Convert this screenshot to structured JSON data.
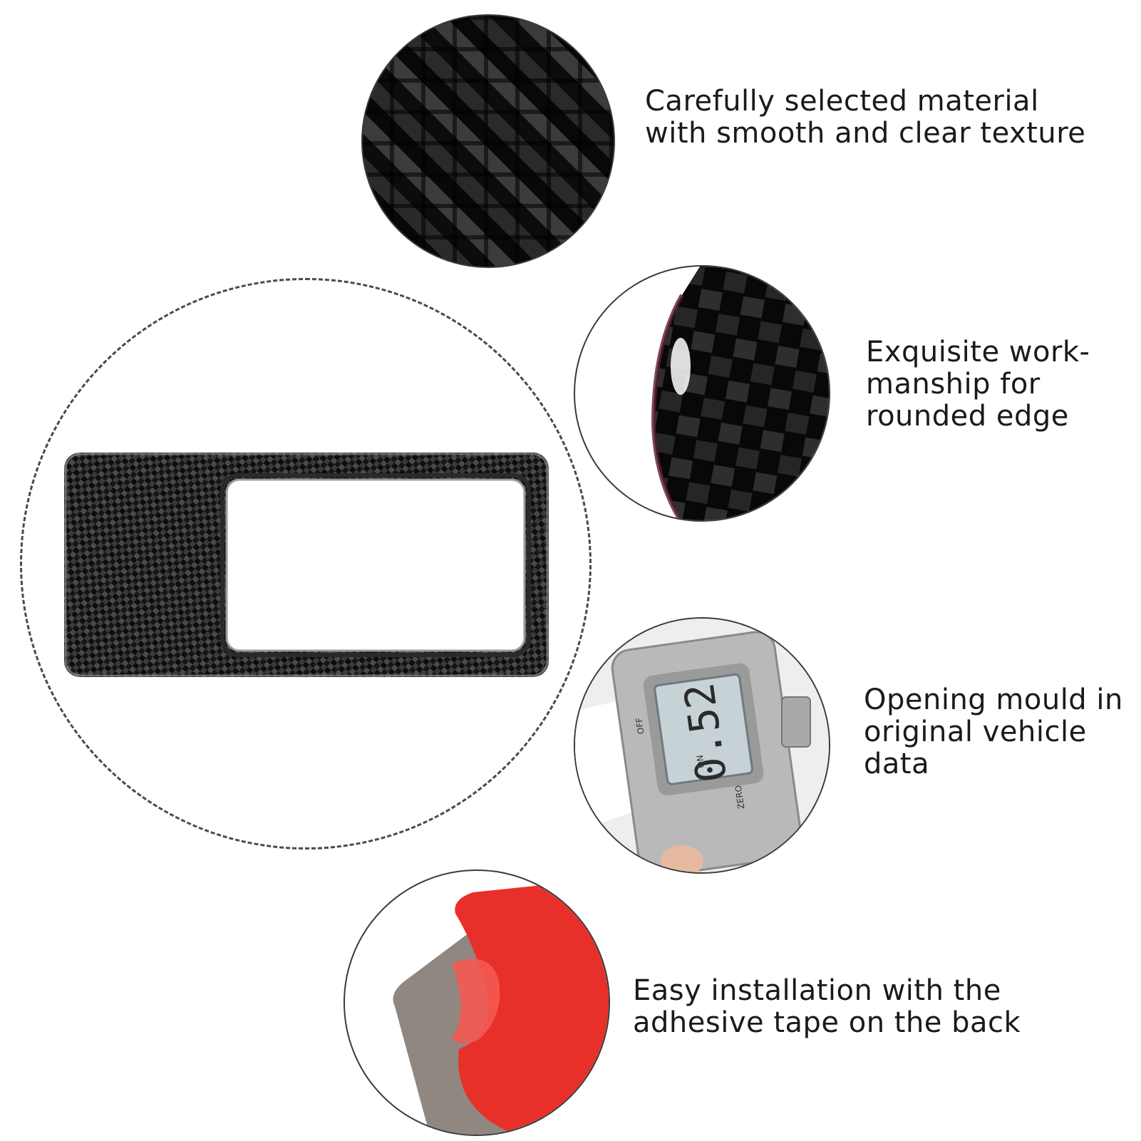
{
  "features": [
    {
      "id": "material",
      "lines": [
        "Carefully selected material",
        "with smooth and clear texture"
      ],
      "icon": "carbon-weave-closeup"
    },
    {
      "id": "edge",
      "lines": [
        "Exquisite work-",
        "manship for",
        "rounded edge"
      ],
      "icon": "rounded-edge-closeup"
    },
    {
      "id": "mould",
      "lines": [
        "Opening mould in",
        "original vehicle",
        "data"
      ],
      "icon": "digital-caliper",
      "caliper_reading": "0.52",
      "caliper_labels": [
        "OFF",
        "ON",
        "ZERO"
      ]
    },
    {
      "id": "tape",
      "lines": [
        "Easy installation with the",
        "adhesive tape on the back"
      ],
      "icon": "adhesive-tape-peel"
    }
  ],
  "product": {
    "icon": "carbon-fiber-frame-trim"
  },
  "colors": {
    "text": "#1a1a1a",
    "tape_red": "#e8302a",
    "carbon": "#111111"
  }
}
